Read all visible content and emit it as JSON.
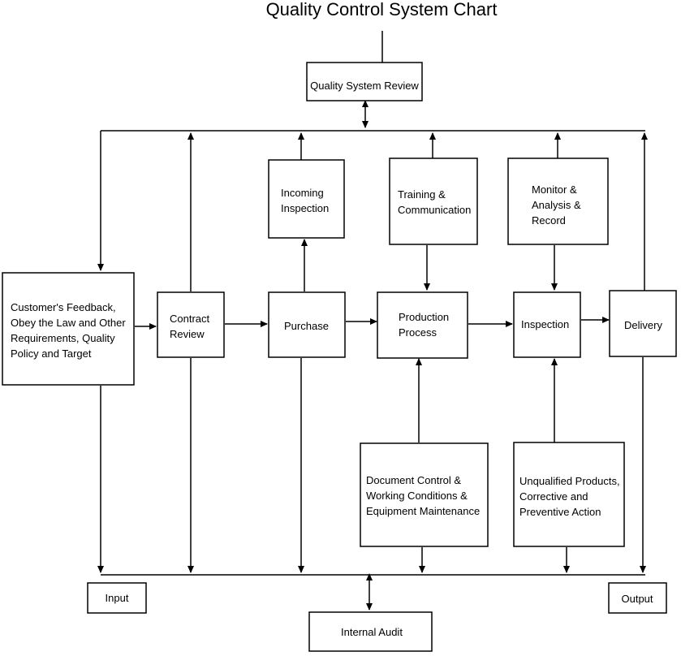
{
  "title": "Quality Control System Chart",
  "nodes": {
    "quality_system_review": [
      "Quality System Review"
    ],
    "customer_feedback": [
      "Customer's Feedback,",
      "Obey the Law and Other",
      "Requirements,  Quality",
      "Policy and Target"
    ],
    "contract_review": [
      "Contract",
      "Review"
    ],
    "incoming_inspection": [
      "Incoming",
      "Inspection"
    ],
    "purchase": [
      "Purchase"
    ],
    "training": [
      "Training &",
      "Communication"
    ],
    "production_process": [
      "Production",
      "Process"
    ],
    "monitor": [
      "Monitor &",
      "Analysis &",
      "Record"
    ],
    "inspection": [
      "Inspection"
    ],
    "delivery": [
      "Delivery"
    ],
    "document_control": [
      "Document Control &",
      "Working Conditions &",
      "Equipment Maintenance"
    ],
    "unqualified_products": [
      "Unqualified Products,",
      "Corrective and",
      "Preventive Action"
    ],
    "input": [
      "Input"
    ],
    "output": [
      "Output"
    ],
    "internal_audit": [
      "Internal Audit"
    ]
  }
}
